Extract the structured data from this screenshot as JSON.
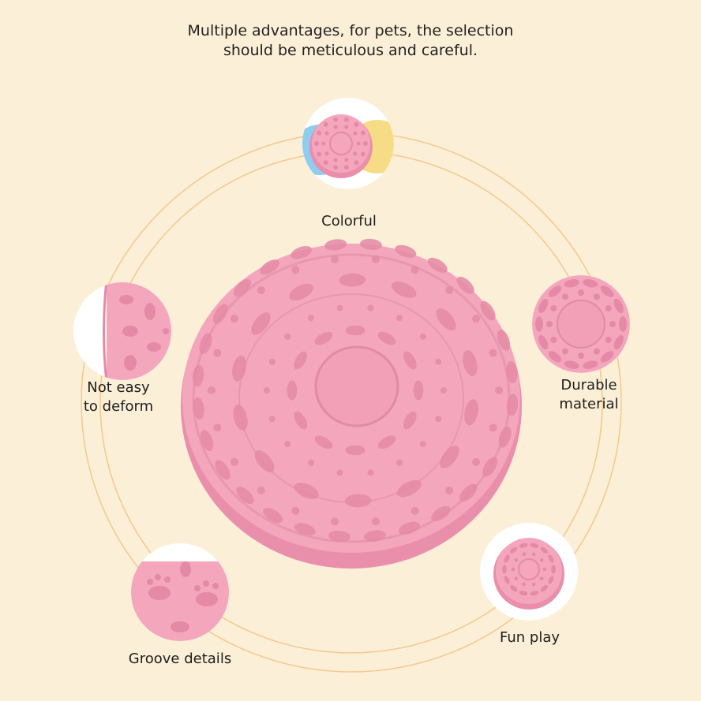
{
  "headline": {
    "line1": "Multiple advantages, for pets, the selection",
    "line2": "should be meticulous and careful."
  },
  "features": {
    "colorful": "Colorful",
    "durable_line1": "Durable",
    "durable_line2": "material",
    "deform_line1": "Not easy",
    "deform_line2": "to deform",
    "groove": "Groove details",
    "fun": "Fun play"
  },
  "colors": {
    "background": "#fcefd7",
    "ring": "#f2c98a",
    "frisbee_pink": "#f4a6bd",
    "frisbee_shadow": "#e58aa6",
    "frisbee_blue": "#8ecdf0",
    "frisbee_yellow": "#f7dc86"
  }
}
